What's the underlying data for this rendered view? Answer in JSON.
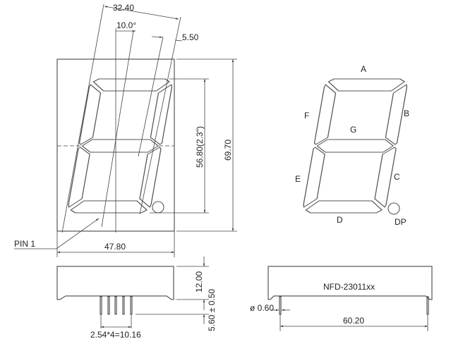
{
  "front_view": {
    "dim_digit_width": "32.40",
    "dim_slant_angle": "10.0°",
    "dim_segment_offset": "5.50",
    "dim_digit_height": "56.80(2.3\")",
    "dim_body_height": "69.70",
    "dim_body_width": "47.80",
    "pin1_label": "PIN 1"
  },
  "segment_map": {
    "a": "A",
    "b": "B",
    "c": "C",
    "d": "D",
    "e": "E",
    "f": "F",
    "g": "G",
    "dp": "DP"
  },
  "side_view": {
    "dim_body_depth": "12.00",
    "dim_pin_length": "5.60 ± 0.50",
    "dim_pin_pitch": "2.54*4=10.16"
  },
  "bottom_view": {
    "part_number": "NFD-23011xx",
    "dim_pin_diameter": "ø 0.60",
    "dim_pin_span": "60.20"
  }
}
